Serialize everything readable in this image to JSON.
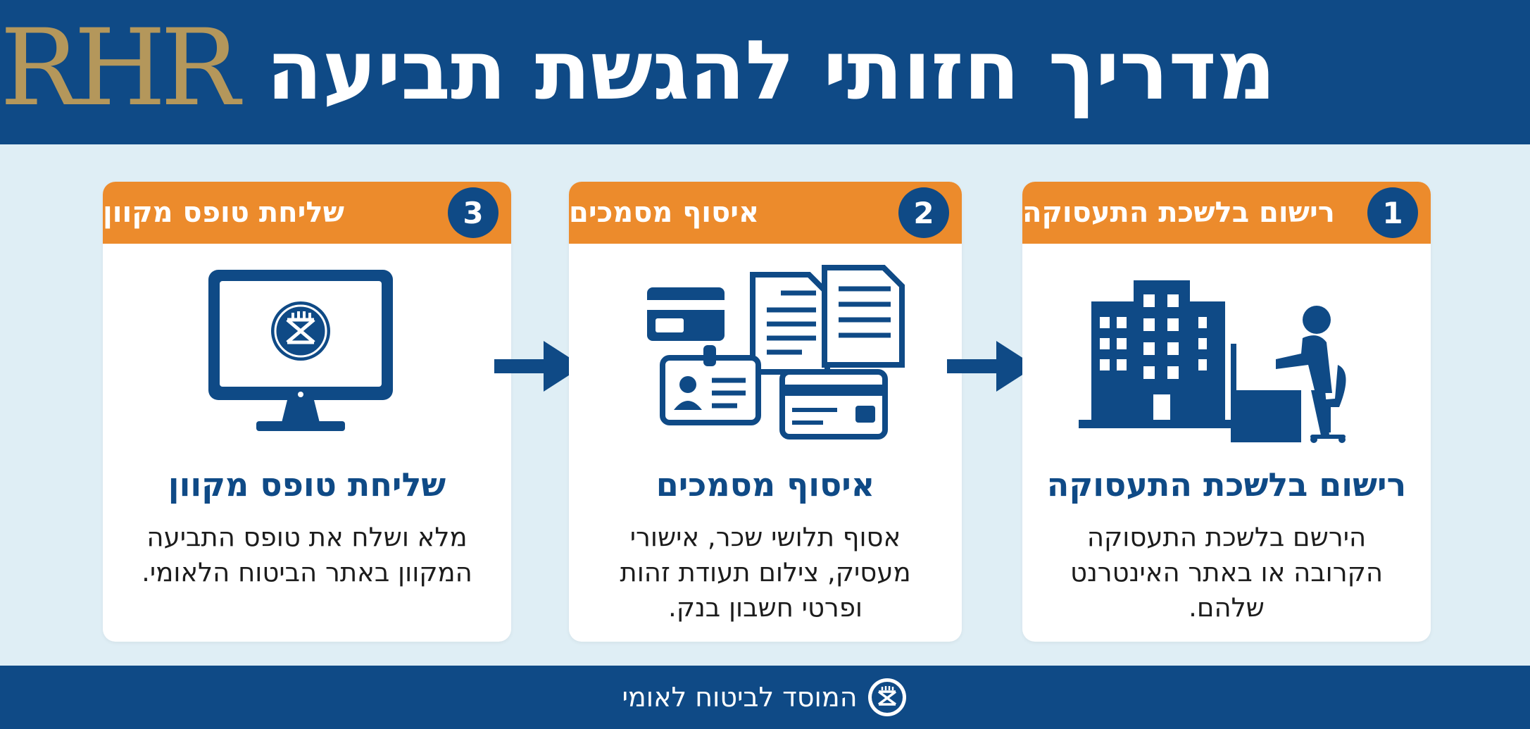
{
  "header": {
    "logo_text": "RHR",
    "title": "מדריך חזותי להגשת תביעה",
    "background": "#0f4a86",
    "logo_color": "#b4975b"
  },
  "steps": [
    {
      "number": "1",
      "header_label": "רישום בלשכת התעסוקה",
      "title": "רישום בלשכת התעסוקה",
      "description": "הירשם בלשכת התעסוקה הקרובה או באתר האינטרנט שלהם.",
      "icon": "office-building-worker-icon"
    },
    {
      "number": "2",
      "header_label": "איסוף מסמכים",
      "title": "איסוף מסמכים",
      "description": "אסוף תלושי שכר, אישורי מעסיק, צילום תעודת זהות ופרטי חשבון בנק.",
      "icon": "documents-cards-icon"
    },
    {
      "number": "3",
      "header_label": "שליחת טופס מקוון",
      "title": "שליחת טופס מקוון",
      "description": "מלא ושלח את טופס התביעה המקוון באתר הביטוח הלאומי.",
      "icon": "computer-monitor-icon"
    }
  ],
  "footer": {
    "text": "המוסד לביטוח לאומי",
    "icon": "national-insurance-logo-icon"
  },
  "colors": {
    "primary": "#0f4a86",
    "accent": "#ec8b2c",
    "background": "#dfeef5"
  }
}
